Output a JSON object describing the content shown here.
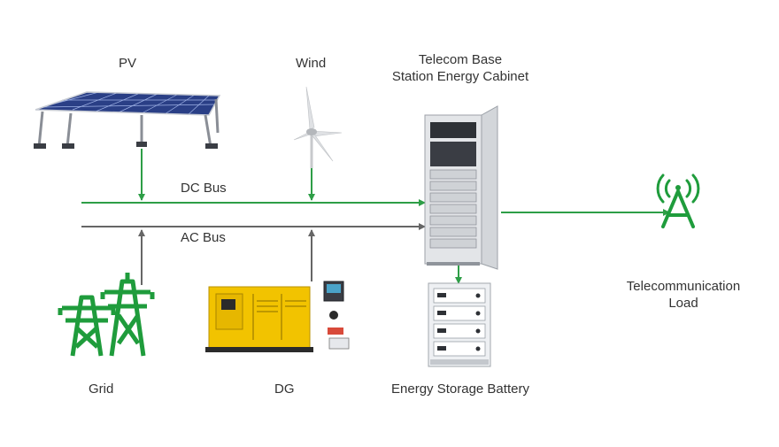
{
  "labels": {
    "pv": "PV",
    "wind": "Wind",
    "cabinet_line1": "Telecom Base",
    "cabinet_line2": "Station Energy Cabinet",
    "dc_bus": "DC Bus",
    "ac_bus": "AC Bus",
    "grid": "Grid",
    "dg": "DG",
    "battery": "Energy Storage Battery",
    "load_line1": "Telecommunication",
    "load_line2": "Load"
  },
  "colors": {
    "dc_line": "#2e9e47",
    "ac_line": "#666666",
    "icon_green": "#1f9c3c",
    "generator_yellow": "#f2c300",
    "cabinet_grey": "#e3e5e8",
    "text": "#333333"
  },
  "icons": {
    "pv": "solar-panel-array-icon",
    "wind": "wind-turbine-icon",
    "grid": "transmission-tower-icon",
    "dg": "diesel-generator-icon",
    "cabinet": "telecom-cabinet-icon",
    "battery": "battery-rack-icon",
    "load": "radio-tower-icon"
  }
}
